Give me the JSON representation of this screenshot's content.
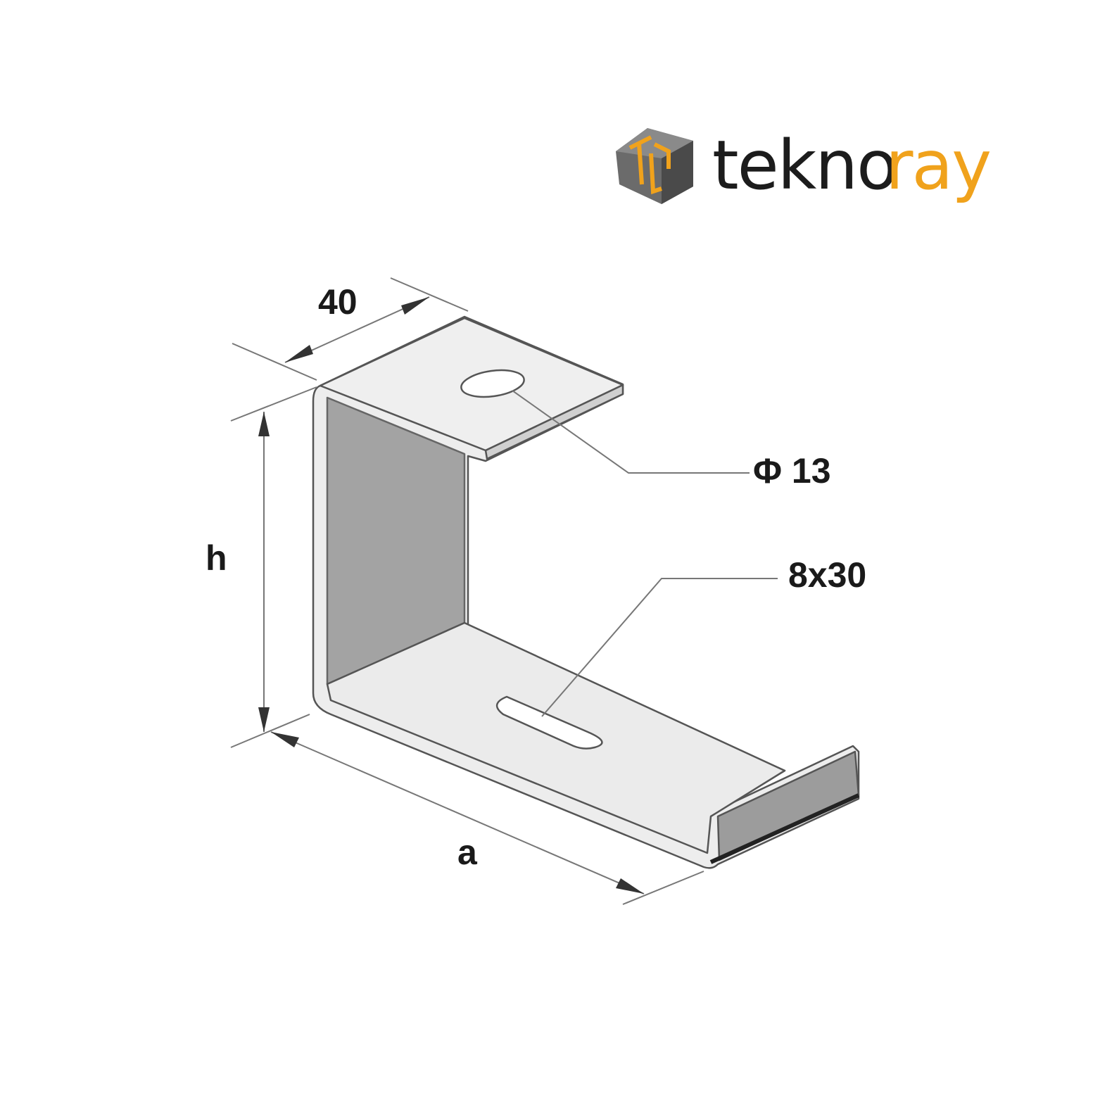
{
  "logo": {
    "brand_part1": "tekno",
    "brand_part2": "ray",
    "monogram": "TR",
    "colors": {
      "dark": "#1c1c1c",
      "accent": "#f0a21c",
      "cube": "#6b6b6b"
    }
  },
  "drawing": {
    "width_label": "40",
    "hole_label": "Φ 13",
    "slot_label": "8x30",
    "height_label": "h",
    "length_label": "a"
  }
}
